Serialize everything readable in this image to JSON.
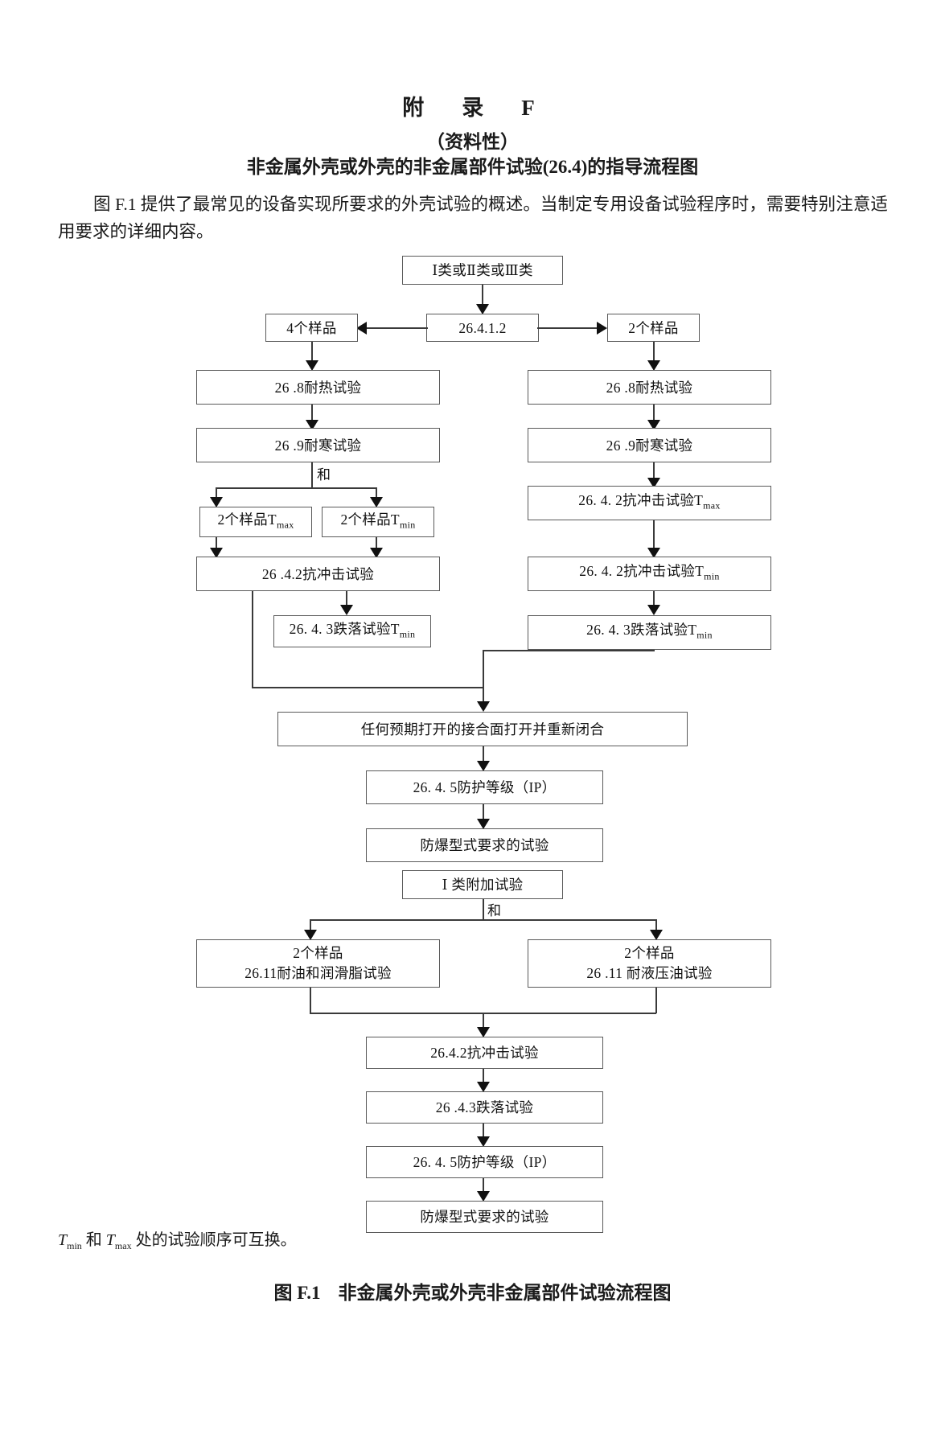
{
  "heading": {
    "annex": "附　录　F",
    "type": "（资料性）",
    "name": "非金属外壳或外壳的非金属部件试验(26.4)的指导流程图"
  },
  "paragraph": "图 F.1 提供了最常见的设备实现所要求的外壳试验的概述。当制定专用设备试验程序时，需要特别注意适用要求的详细内容。",
  "flowchart": {
    "start": "Ⅰ类或Ⅱ类或Ⅲ类",
    "clause_split": "26.4.1.2",
    "left_branch_label": "4个样品",
    "right_branch_label": "2个样品",
    "left": {
      "heat": "26 .8耐热试验",
      "cold": "26 .9耐寒试验",
      "and_label": "和",
      "sample_tmax": "2个样品T",
      "sample_tmax_sub": "max",
      "sample_tmin": "2个样品T",
      "sample_tmin_sub": "min",
      "impact": "26 .4.2抗冲击试验",
      "drop": "26. 4. 3跌落试验T",
      "drop_sub": "min"
    },
    "right": {
      "heat": "26 .8耐热试验",
      "cold": "26 .9耐寒试验",
      "impact_max": "26. 4. 2抗冲击试验T",
      "impact_max_sub": "max",
      "impact_min": "26. 4. 2抗冲击试验T",
      "impact_min_sub": "min",
      "drop": "26. 4. 3跌落试验T",
      "drop_sub": "min"
    },
    "merge": {
      "reopen": "任何预期打开的接合面打开并重新闭合",
      "ip": "26. 4. 5防护等级（IP）",
      "ex_type": "防爆型式要求的试验",
      "group1_extra": "Ⅰ 类附加试验",
      "and_label": "和"
    },
    "group1": {
      "left_line1": "2个样品",
      "left_line2": "26.11耐油和润滑脂试验",
      "right_line1": "2个样品",
      "right_line2": "26 .11 耐液压油试验",
      "impact": "26.4.2抗冲击试验",
      "drop": "26 .4.3跌落试验",
      "ip": "26. 4. 5防护等级（IP）",
      "ex_type": "防爆型式要求的试验"
    }
  },
  "footnote": {
    "t1": "T",
    "t1_sub": "min",
    "mid": " 和 ",
    "t2": "T",
    "t2_sub": "max",
    "tail": " 处的试验顺序可互换。"
  },
  "caption": {
    "label": "图 F.1",
    "text": "非金属外壳或外壳非金属部件试验流程图"
  }
}
